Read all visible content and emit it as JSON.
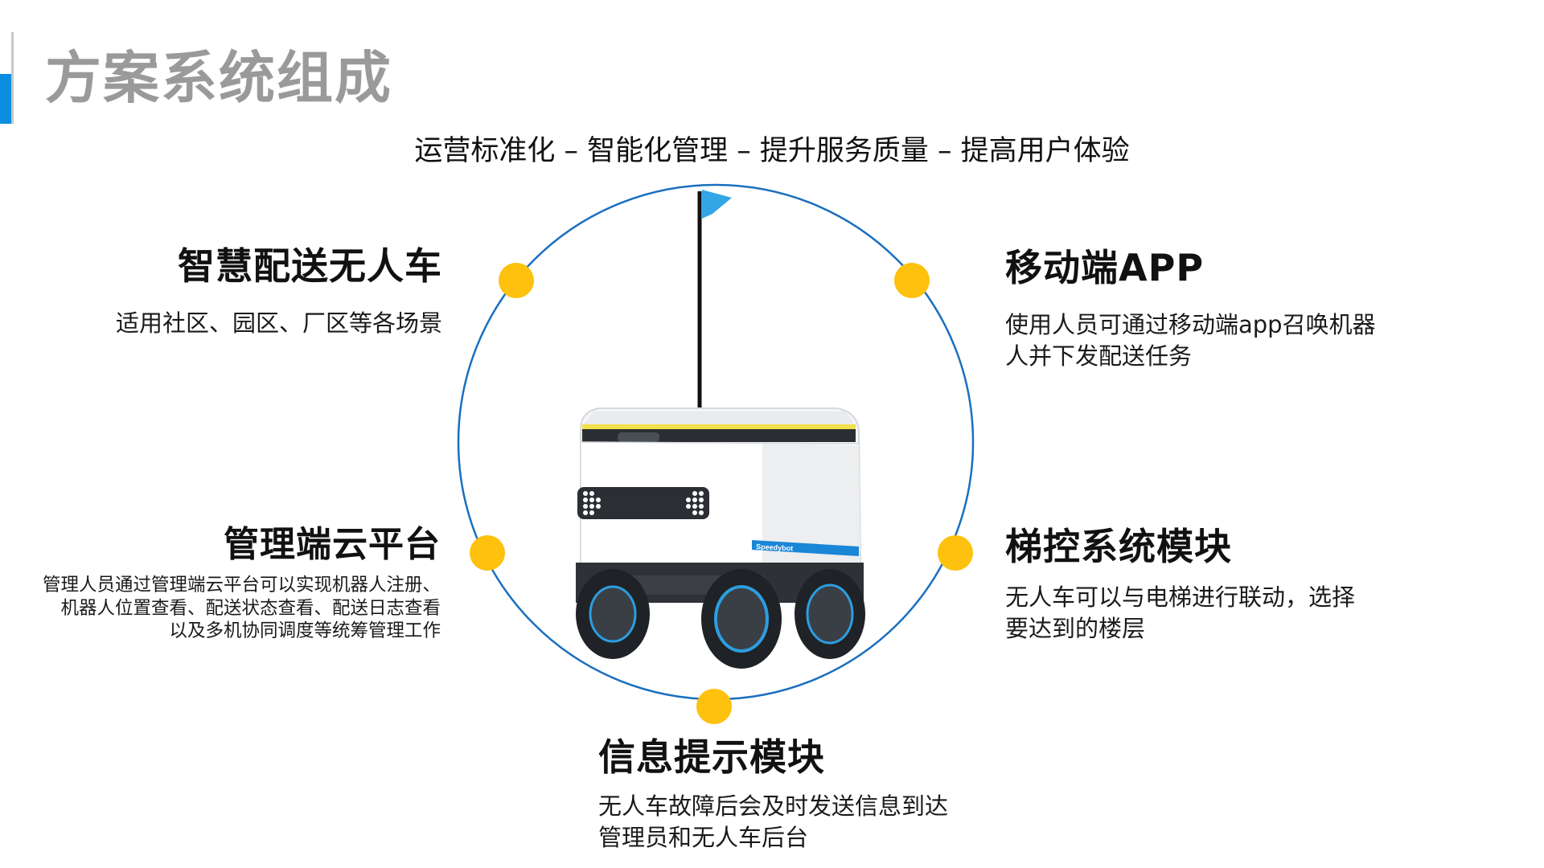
{
  "header": {
    "title": "方案系统组成",
    "tagline": "运营标准化 – 智能化管理 – 提升服务质量 – 提高用户体验"
  },
  "robot": {
    "brand": "Speedybot"
  },
  "colors": {
    "accent": "#0a8fe0",
    "ring": "#1a6fc0",
    "dot": "#fdc10e",
    "title": "#9a9a9a"
  },
  "components": [
    {
      "id": "smart-delivery",
      "title": "智慧配送无人车",
      "lines": [
        "适用社区、园区、厂区等各场景"
      ]
    },
    {
      "id": "management-cloud",
      "title": "管理端云平台",
      "lines": [
        "管理人员通过管理端云平台可以实现机器人注册、",
        "机器人位置查看、配送状态查看、配送日志查看",
        "以及多机协同调度等统筹管理工作"
      ]
    },
    {
      "id": "mobile-app",
      "title": "移动端APP",
      "lines": [
        "使用人员可通过移动端app召唤机器",
        "人并下发配送任务"
      ]
    },
    {
      "id": "elevator-control",
      "title": "梯控系统模块",
      "lines": [
        "无人车可以与电梯进行联动，选择",
        "要达到的楼层"
      ]
    },
    {
      "id": "info-prompt",
      "title": "信息提示模块",
      "lines": [
        "无人车故障后会及时发送信息到达",
        "管理员和无人车后台"
      ]
    }
  ]
}
